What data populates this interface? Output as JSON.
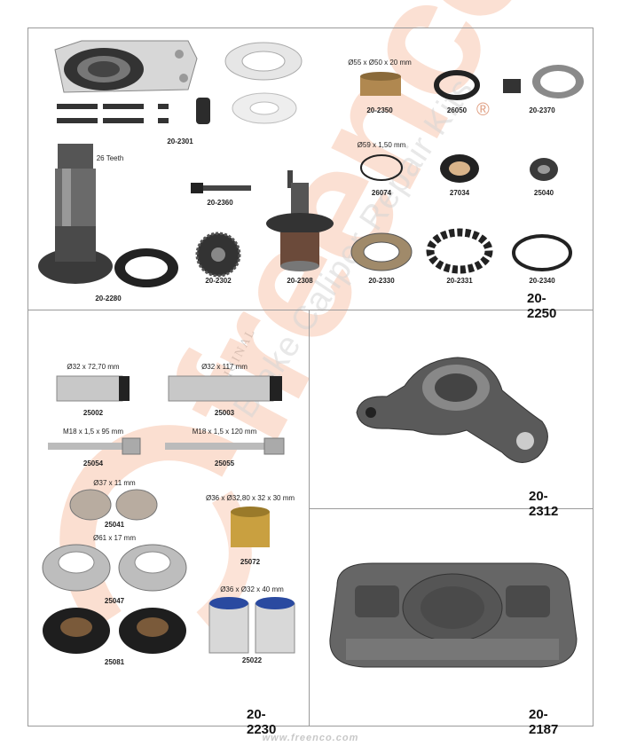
{
  "brand": {
    "watermark_word": "freenco",
    "watermark_original": "ORIGINAL",
    "watermark_tagline": "Brake Caliper Repair Kits",
    "registered_mark": "®",
    "accent_color": "#f4a27a",
    "website": "www.freenco.com"
  },
  "kits": {
    "kit_20_2250": {
      "code": "20-2250",
      "parts": [
        {
          "code": "20-2301",
          "dim": ""
        },
        {
          "code": "20-2280",
          "dim": "26 Teeth"
        },
        {
          "code": "20-2360",
          "dim": ""
        },
        {
          "code": "20-2302",
          "dim": ""
        },
        {
          "code": "20-2308",
          "dim": ""
        },
        {
          "code": "20-2350",
          "dim": "Ø55 x Ø50 x 20 mm"
        },
        {
          "code": "26050",
          "dim": ""
        },
        {
          "code": "20-2370",
          "dim": ""
        },
        {
          "code": "26074",
          "dim": "Ø59 x 1,50 mm"
        },
        {
          "code": "27034",
          "dim": ""
        },
        {
          "code": "25040",
          "dim": ""
        },
        {
          "code": "20-2330",
          "dim": ""
        },
        {
          "code": "20-2331",
          "dim": ""
        },
        {
          "code": "20-2340",
          "dim": ""
        }
      ]
    },
    "kit_20_2230": {
      "code": "20-2230",
      "parts": [
        {
          "code": "25002",
          "dim": "Ø32 x 72,70 mm"
        },
        {
          "code": "25003",
          "dim": "Ø32 x 117 mm"
        },
        {
          "code": "25054",
          "dim": "M18 x 1,5 x 95 mm"
        },
        {
          "code": "25055",
          "dim": "M18 x 1,5 x 120 mm"
        },
        {
          "code": "25041",
          "dim": "Ø37 x 11 mm"
        },
        {
          "code": "25072",
          "dim": "Ø36 x Ø32,80 x 32 x 30 mm"
        },
        {
          "code": "25047",
          "dim": "Ø61 x 17 mm"
        },
        {
          "code": "25081",
          "dim": ""
        },
        {
          "code": "25022",
          "dim": "Ø36 x Ø32 x 40 mm"
        }
      ]
    },
    "kit_20_2312": {
      "code": "20-2312"
    },
    "kit_20_2187": {
      "code": "20-2187"
    }
  }
}
